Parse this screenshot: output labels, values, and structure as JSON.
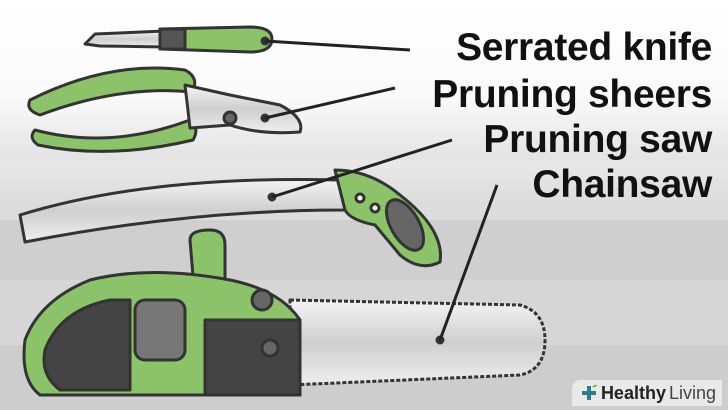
{
  "labels": [
    "Serrated knife",
    "Pruning sheers",
    "Pruning saw",
    "Chainsaw"
  ],
  "logo": {
    "brand_bold": "Healthy",
    "brand_light": "Living"
  },
  "colors": {
    "green": "#8cc36a",
    "dark": "#333333",
    "metal": "#d8d8d8"
  }
}
